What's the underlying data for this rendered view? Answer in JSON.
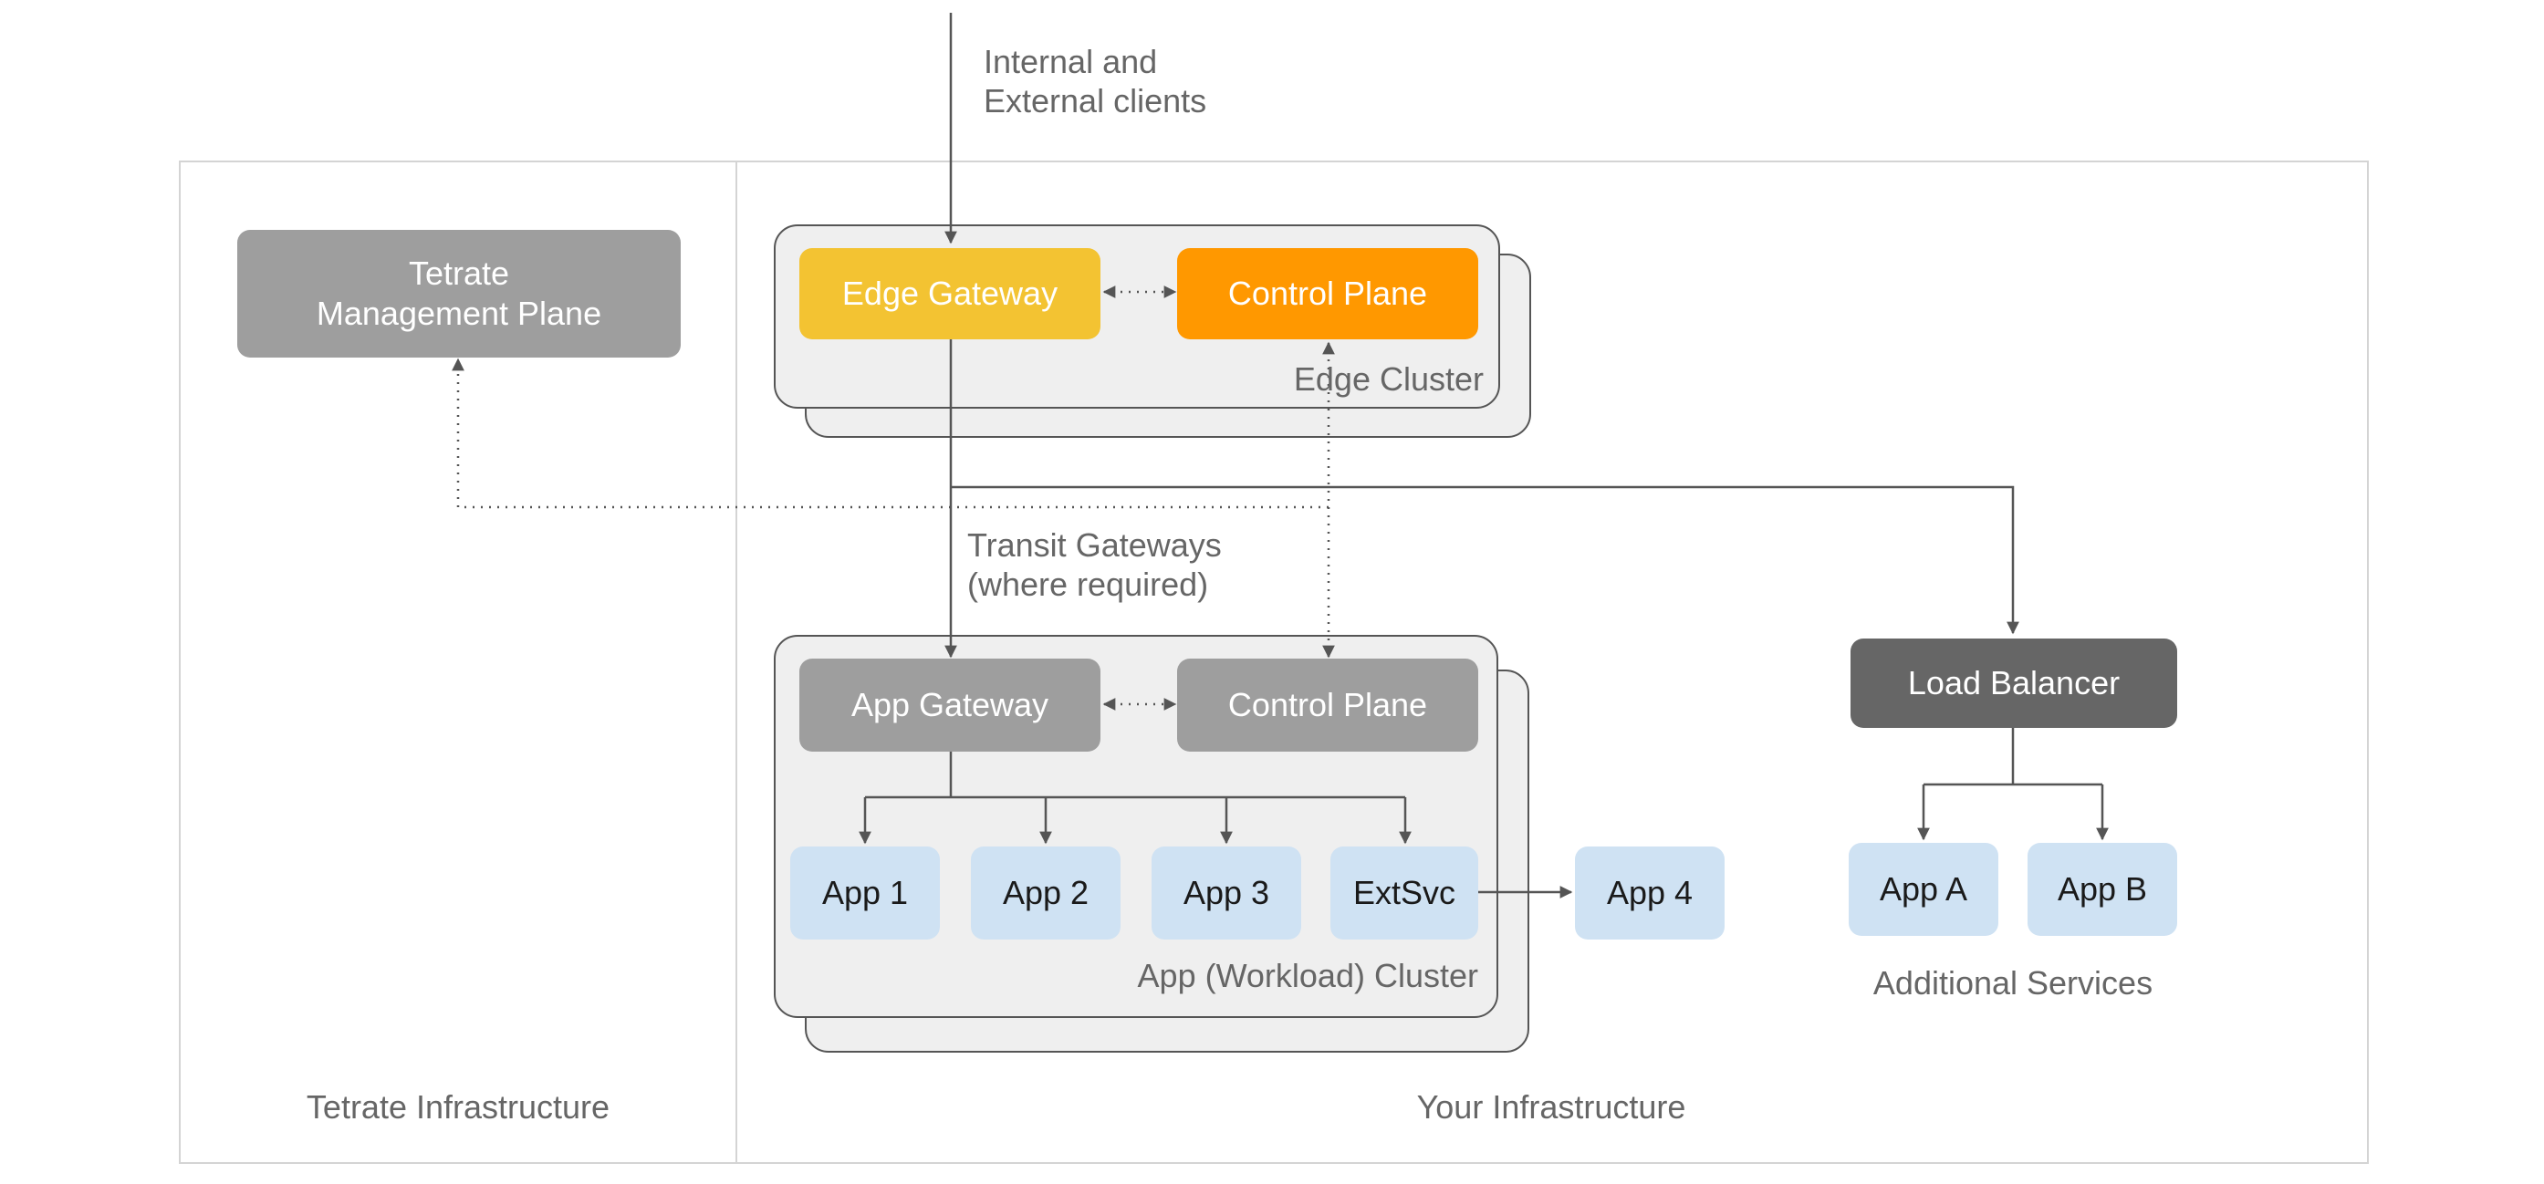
{
  "diagram": {
    "clients_label": "Internal and\nExternal clients",
    "tetrate_infra": {
      "label": "Tetrate Infrastructure",
      "management_plane": "Tetrate\nManagement Plane"
    },
    "your_infra": {
      "label": "Your Infrastructure",
      "edge_cluster": {
        "label": "Edge Cluster",
        "gateway": "Edge Gateway",
        "control_plane": "Control Plane"
      },
      "transit_label": "Transit Gateways\n(where required)",
      "app_cluster": {
        "label": "App (Workload) Cluster",
        "gateway": "App Gateway",
        "control_plane": "Control Plane",
        "apps": [
          "App 1",
          "App 2",
          "App 3",
          "ExtSvc"
        ]
      },
      "external_app": "App 4",
      "load_balancer": "Load Balancer",
      "additional": {
        "label": "Additional Services",
        "apps": [
          "App A",
          "App B"
        ]
      }
    },
    "colors": {
      "edge_gateway": "#f3c332",
      "edge_control_plane": "#ff9800",
      "grey_box": "#9e9e9e",
      "load_balancer": "#666666",
      "app_box": "#cfe2f3",
      "cluster_bg": "#efefef",
      "line": "#555555"
    }
  }
}
